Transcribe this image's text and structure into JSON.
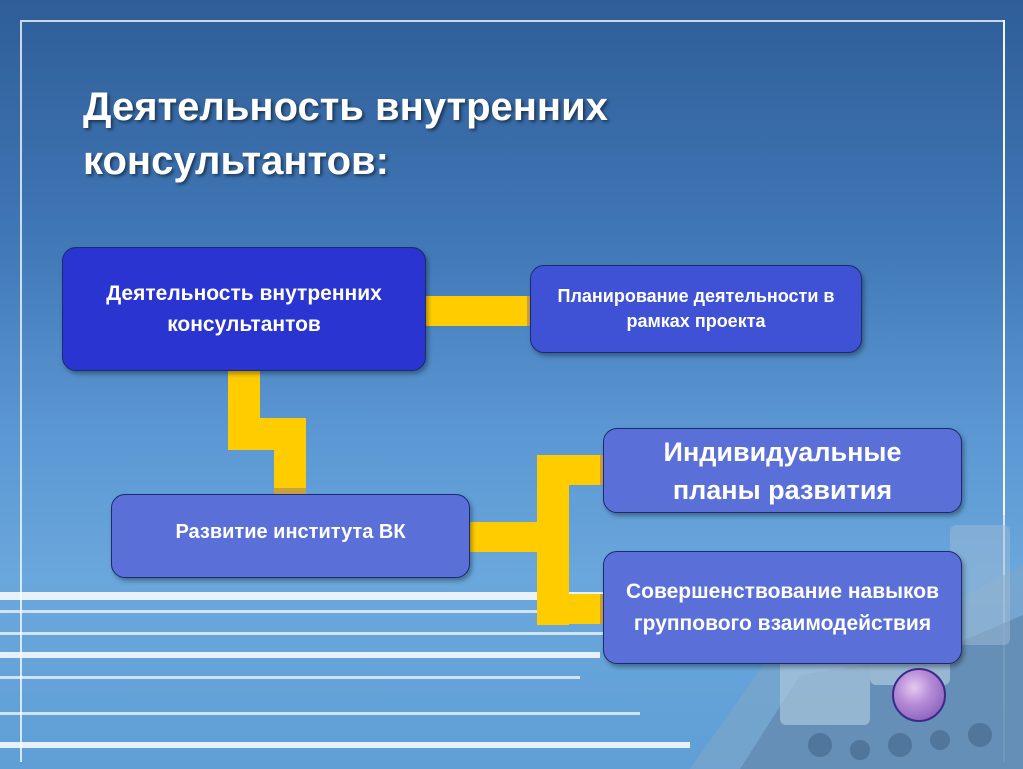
{
  "title": "Деятельность внутренних консультантов:",
  "nodes": {
    "main": "Деятельность внутренних консультантов",
    "planning": "Планирование деятельности в рамках проекта",
    "development": "Развитие института ВК",
    "individual_plans": "Индивидуальные планы развития",
    "group_skills": "Совершенствование навыков группового взаимодействия"
  },
  "colors": {
    "connector": "#ffcc00",
    "box_dark": "#2a34d0",
    "box_light": "#5a6fd8"
  }
}
